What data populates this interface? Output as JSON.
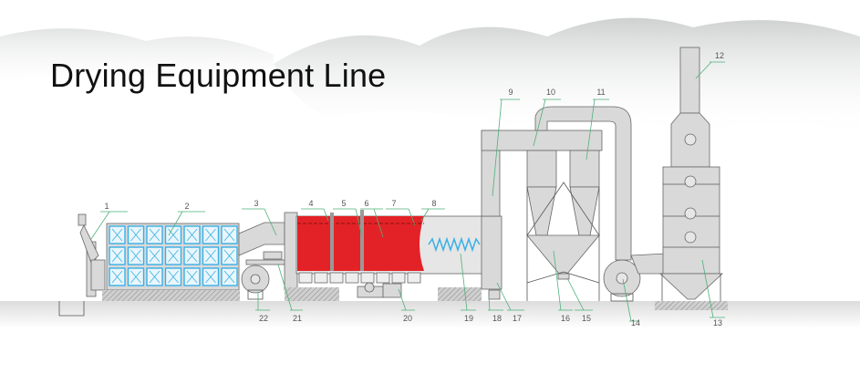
{
  "title": "Drying Equipment Line",
  "labels": [
    "1",
    "2",
    "3",
    "4",
    "5",
    "6",
    "7",
    "8",
    "9",
    "10",
    "11",
    "12",
    "13",
    "14",
    "15",
    "16",
    "17",
    "18",
    "19",
    "20",
    "21",
    "22"
  ],
  "colors": {
    "dryer": "#e32227",
    "furnace_cells": "#3ab0e6",
    "leader": "#4fb07a",
    "steel": "#d9d9d9"
  }
}
